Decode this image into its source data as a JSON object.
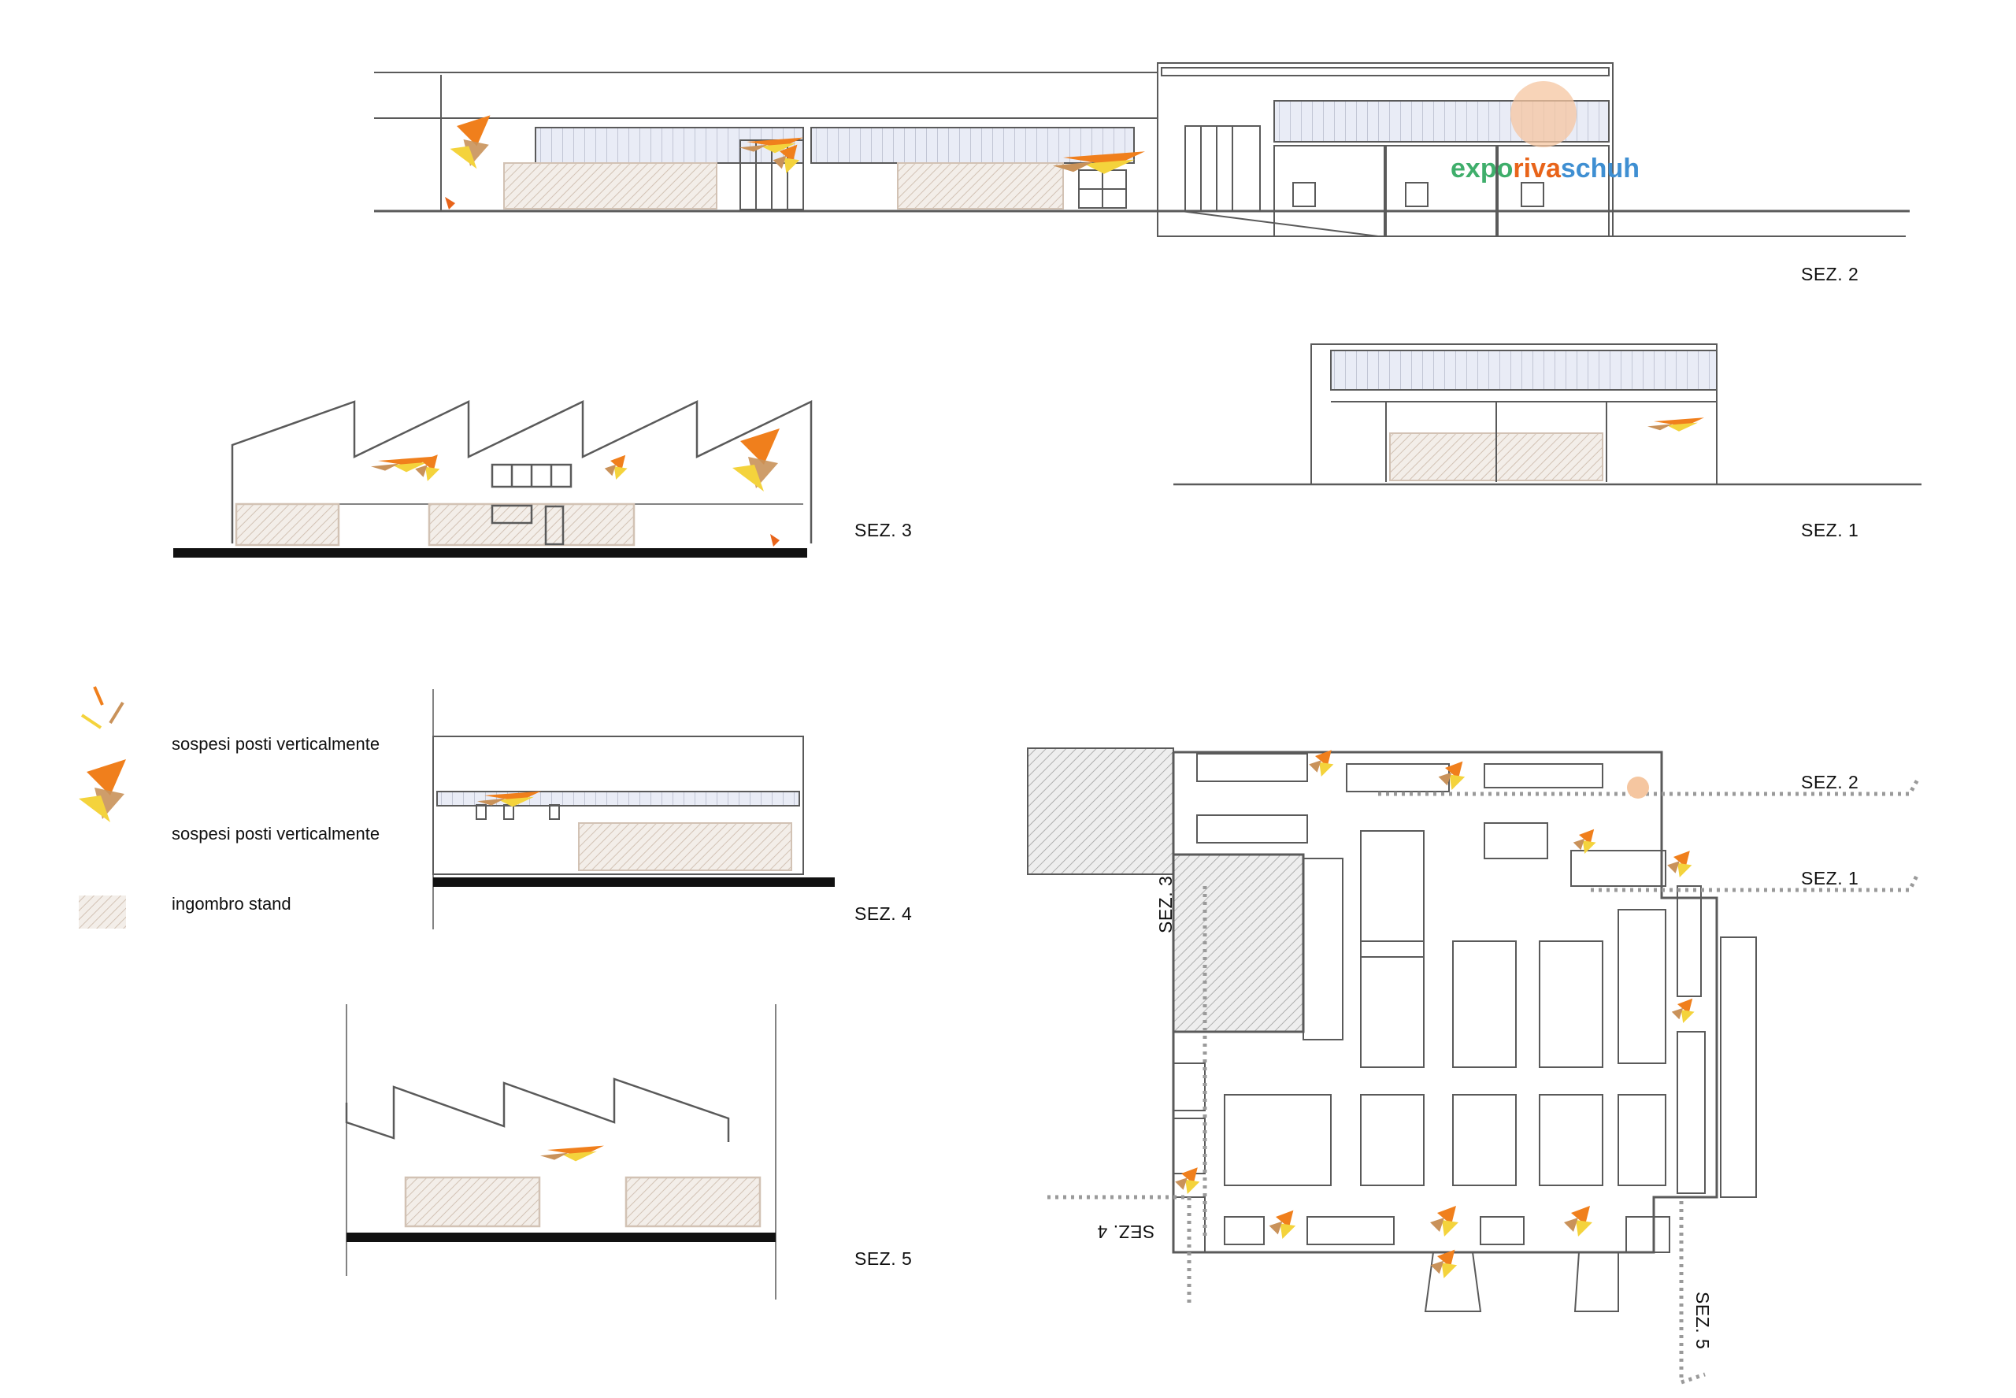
{
  "sections": {
    "sez1": "SEZ. 1",
    "sez2": "SEZ. 2",
    "sez3": "SEZ. 3",
    "sez4": "SEZ. 4",
    "sez5": "SEZ. 5"
  },
  "plan_markers": {
    "sez1": "SEZ. 1",
    "sez2": "SEZ. 2",
    "sez3": "SEZ. 3",
    "sez4": "SEZ. 4",
    "sez5": "SEZ. 5"
  },
  "legend": {
    "item1": "sospesi posti verticalmente",
    "item2": "sospesi posti verticalmente",
    "item3": "ingombro stand"
  },
  "logo": {
    "text_a": "expo",
    "text_b": "riva",
    "text_c": "schuh"
  },
  "colors": {
    "orange": "#f07f1c",
    "dark_orange": "#e8641a",
    "yellow": "#f4d33c",
    "tan": "#c9925a",
    "hatch": "#d8cbbf",
    "line": "#5a5a5a",
    "green": "#7fd07f"
  }
}
